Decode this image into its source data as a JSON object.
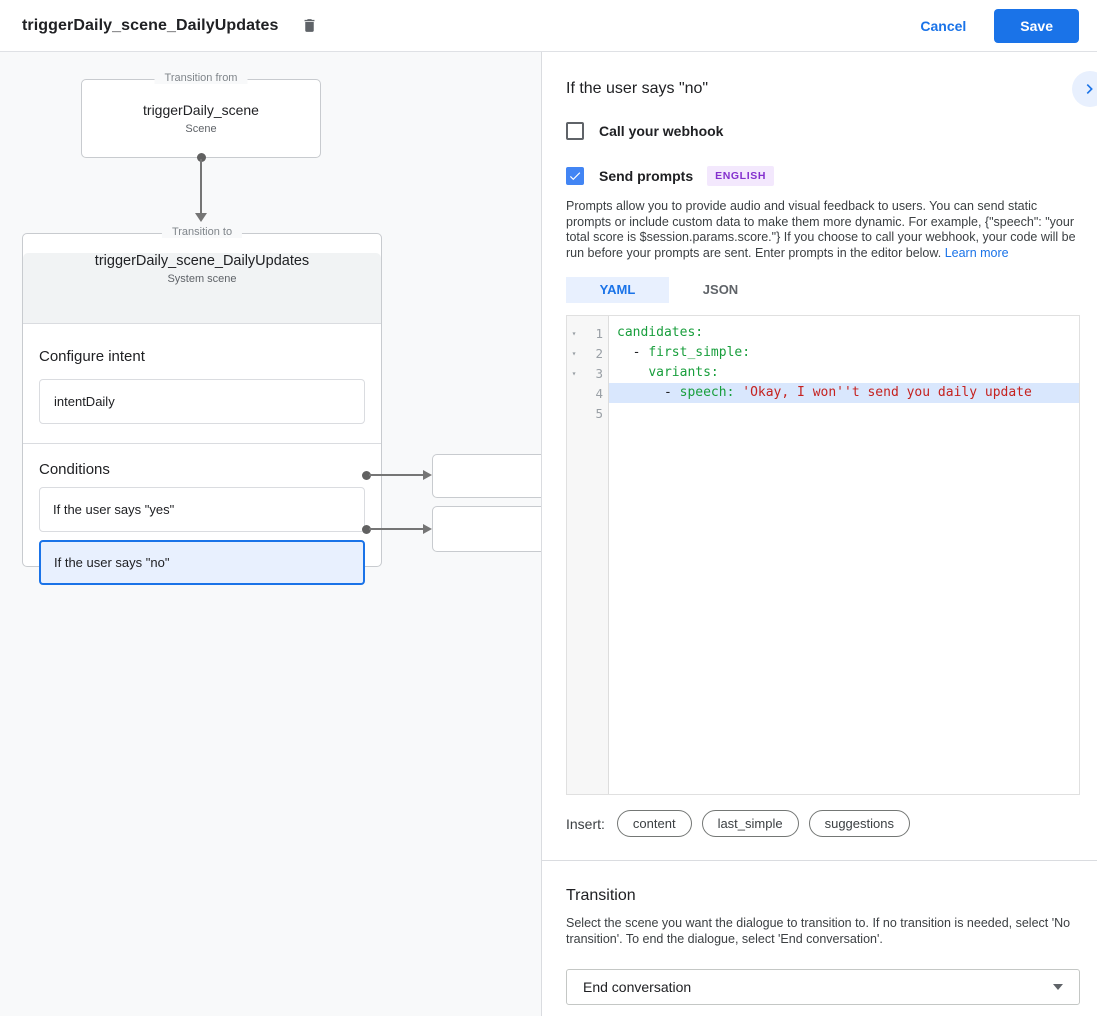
{
  "header": {
    "title": "triggerDaily_scene_DailyUpdates",
    "cancel_label": "Cancel",
    "save_label": "Save"
  },
  "flow": {
    "from": {
      "legend": "Transition from",
      "title": "triggerDaily_scene",
      "subtitle": "Scene"
    },
    "to": {
      "legend": "Transition to",
      "title": "triggerDaily_scene_DailyUpdates",
      "subtitle": "System scene",
      "intent_heading": "Configure intent",
      "intent_value": "intentDaily",
      "conditions_heading": "Conditions",
      "conditions": [
        {
          "label": "If the user says \"yes\"",
          "selected": false
        },
        {
          "label": "If the user says \"no\"",
          "selected": true
        }
      ]
    }
  },
  "panel": {
    "title": "If the user says \"no\"",
    "webhook_label": "Call your webhook",
    "send_prompts_label": "Send prompts",
    "language_badge": "ENGLISH",
    "description": "Prompts allow you to provide audio and visual feedback to users. You can send static prompts or include custom data to make them more dynamic. For example, {\"speech\": \"your total score is $session.params.score.\"} If you choose to call your webhook, your code will be run before your prompts are sent. Enter prompts in the editor below.",
    "learn_more": "Learn more",
    "tabs": [
      {
        "label": "YAML",
        "active": true
      },
      {
        "label": "JSON",
        "active": false
      }
    ],
    "editor": {
      "lines": [
        {
          "num": 1,
          "fold": true,
          "highlight": false,
          "segments": [
            {
              "cls": "key",
              "text": "candidates:"
            }
          ]
        },
        {
          "num": 2,
          "fold": true,
          "highlight": false,
          "segments": [
            {
              "cls": "plain",
              "text": "  - "
            },
            {
              "cls": "key",
              "text": "first_simple:"
            }
          ]
        },
        {
          "num": 3,
          "fold": true,
          "highlight": false,
          "segments": [
            {
              "cls": "plain",
              "text": "    "
            },
            {
              "cls": "key",
              "text": "variants:"
            }
          ]
        },
        {
          "num": 4,
          "fold": false,
          "highlight": true,
          "segments": [
            {
              "cls": "plain",
              "text": "      - "
            },
            {
              "cls": "key",
              "text": "speech: "
            },
            {
              "cls": "string",
              "text": "'Okay, I won''t send you daily update"
            }
          ]
        },
        {
          "num": 5,
          "fold": false,
          "highlight": false,
          "segments": []
        }
      ]
    },
    "insert_label": "Insert:",
    "insert_chips": [
      "content",
      "last_simple",
      "suggestions"
    ],
    "transition": {
      "heading": "Transition",
      "description": "Select the scene you want the dialogue to transition to. If no transition is needed, select 'No transition'. To end the dialogue, select 'End conversation'.",
      "select_value": "End conversation"
    }
  },
  "colors": {
    "accent": "#1a73e8",
    "selected_condition_bg": "#e8f0fe",
    "badge_bg": "#f3e8fd",
    "badge_text": "#8430ce",
    "code_key": "#189e3c",
    "code_string": "#c5221f",
    "line_highlight": "#d9e7fd"
  }
}
